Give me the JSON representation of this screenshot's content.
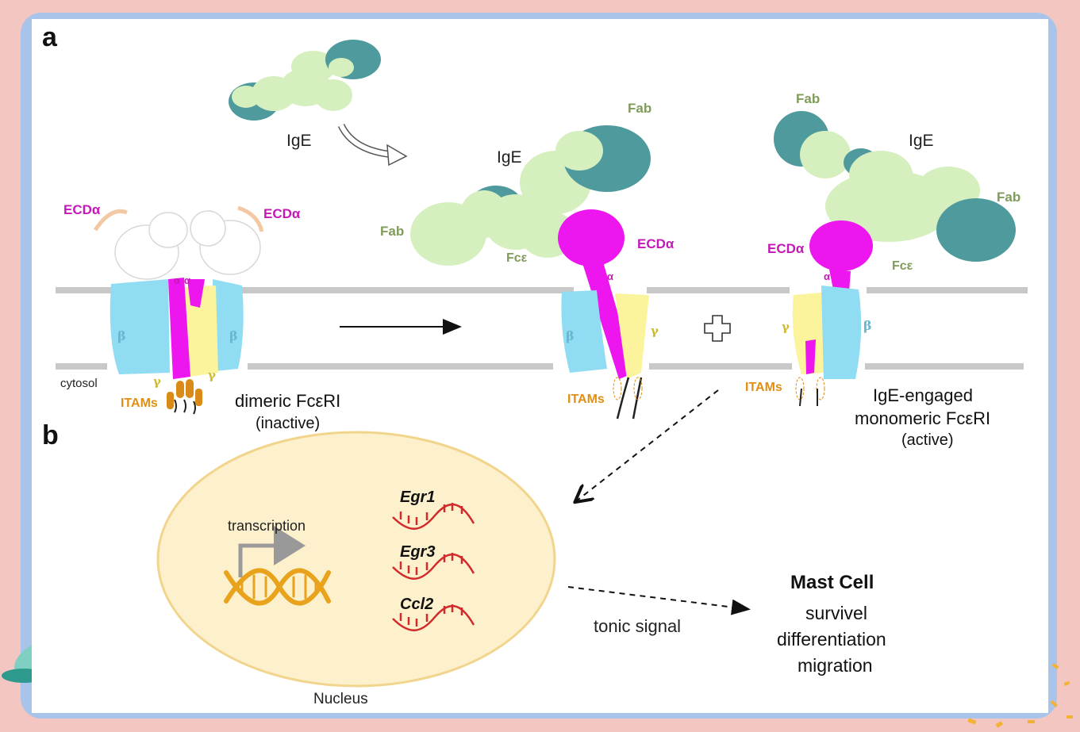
{
  "panels": {
    "a": "a",
    "b": "b"
  },
  "labels": {
    "ige_free": "IgE",
    "ige_middle": "IgE",
    "ige_right": "IgE",
    "fab_mid_top": "Fab",
    "fab_mid_left": "Fab",
    "fab_right_top": "Fab",
    "fab_right_side": "Fab",
    "fce_mid": "Fcε",
    "fce_right": "Fcε",
    "ecd_left_1": "ECDα",
    "ecd_left_2": "ECDα",
    "ecd_mid": "ECDα",
    "ecd_right": "ECDα",
    "alpha_1": "α",
    "alpha_2": "α",
    "alpha_mid": "α",
    "alpha_right": "α",
    "beta_1": "β",
    "beta_2": "β",
    "beta_mid": "β",
    "beta_right": "β",
    "gamma_1": "γ",
    "gamma_2": "γ",
    "gamma_mid": "γ",
    "gamma_right": "γ",
    "cytosol": "cytosol",
    "itams_left": "ITAMs",
    "itams_mid": "ITAMs",
    "itams_right": "ITAMs",
    "dimeric_title": "dimeric FcεRI",
    "dimeric_state": "(inactive)",
    "active_line1": "IgE-engaged",
    "active_line2": "monomeric FcεRI",
    "active_state": "(active)",
    "transcription": "transcription",
    "nucleus": "Nucleus",
    "gene1": "Egr1",
    "gene2": "Egr3",
    "gene3": "Ccl2",
    "tonic_signal": "tonic signal",
    "mast_cell_title": "Mast Cell",
    "outcome1": "survivel",
    "outcome2": "differentiation",
    "outcome3": "migration"
  },
  "colors": {
    "ige_light": "#d6efbf",
    "ige_dark": "#4e9a9c",
    "alpha": "#ee16ef",
    "beta": "#8fdcf3",
    "gamma": "#fbf49d",
    "itam": "#d98a18",
    "membrane": "#c8c8c8",
    "nucleus_fill": "#fdf0cc",
    "nucleus_stroke": "#f2d58c",
    "rna": "#d12b2b",
    "dna": "#e8a21c"
  }
}
